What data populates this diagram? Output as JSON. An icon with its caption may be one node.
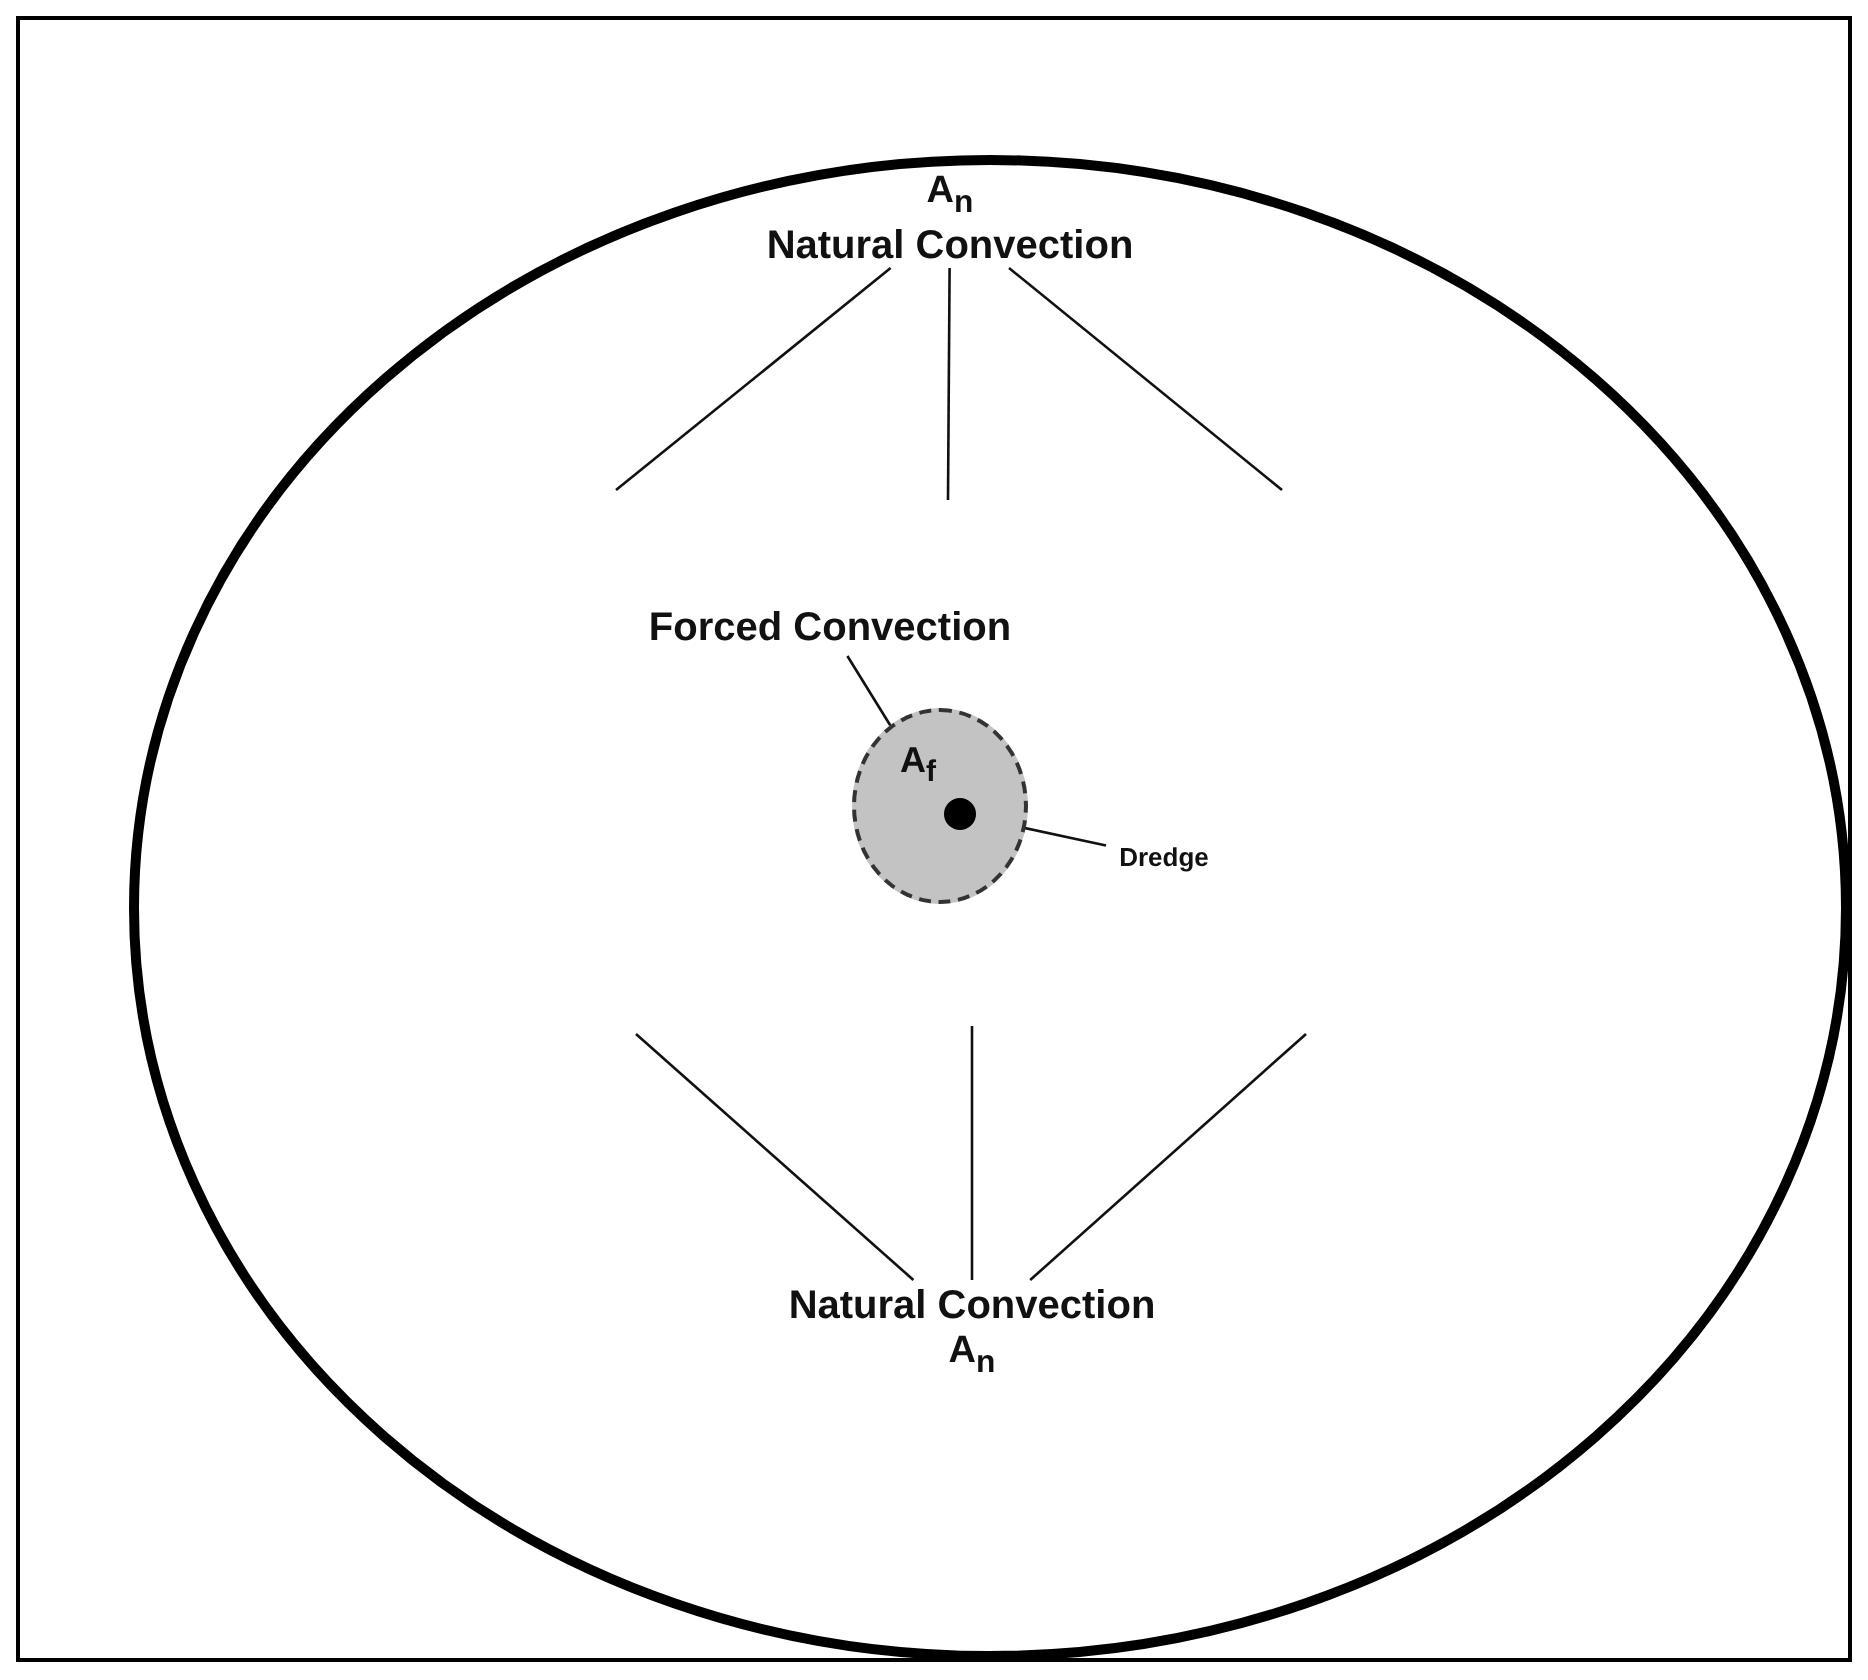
{
  "diagram": {
    "nodes": [
      {
        "text": [
          "A$_{n}$",
          "Natural Convection"
        ]
      },
      {
        "text": [
          "Forced Convection"
        ]
      },
      {
        "text": [
          "A$_{f}$"
        ]
      },
      {
        "text": [],
        "shape": "circle",
        "in": 2
      },
      {
        "text": [
          "Dredge"
        ]
      },
      {
        "text": [
          "Natural Convection",
          "A$_{n}$"
        ]
      }
    ],
    "edges": [
      {
        "from": 0,
        "to": null,
        "arrow": "none"
      },
      {
        "from": 0,
        "to": null,
        "arrow": "none"
      },
      {
        "from": 0,
        "to": null,
        "arrow": "none"
      },
      {
        "from": 1,
        "to": 2,
        "arrow": "none"
      },
      {
        "from": 4,
        "to": 3,
        "arrow": "none"
      },
      {
        "from": 5,
        "to": null,
        "arrow": "none"
      },
      {
        "from": 5,
        "to": null,
        "arrow": "none"
      },
      {
        "from": 5,
        "to": null,
        "arrow": "none"
      }
    ]
  }
}
